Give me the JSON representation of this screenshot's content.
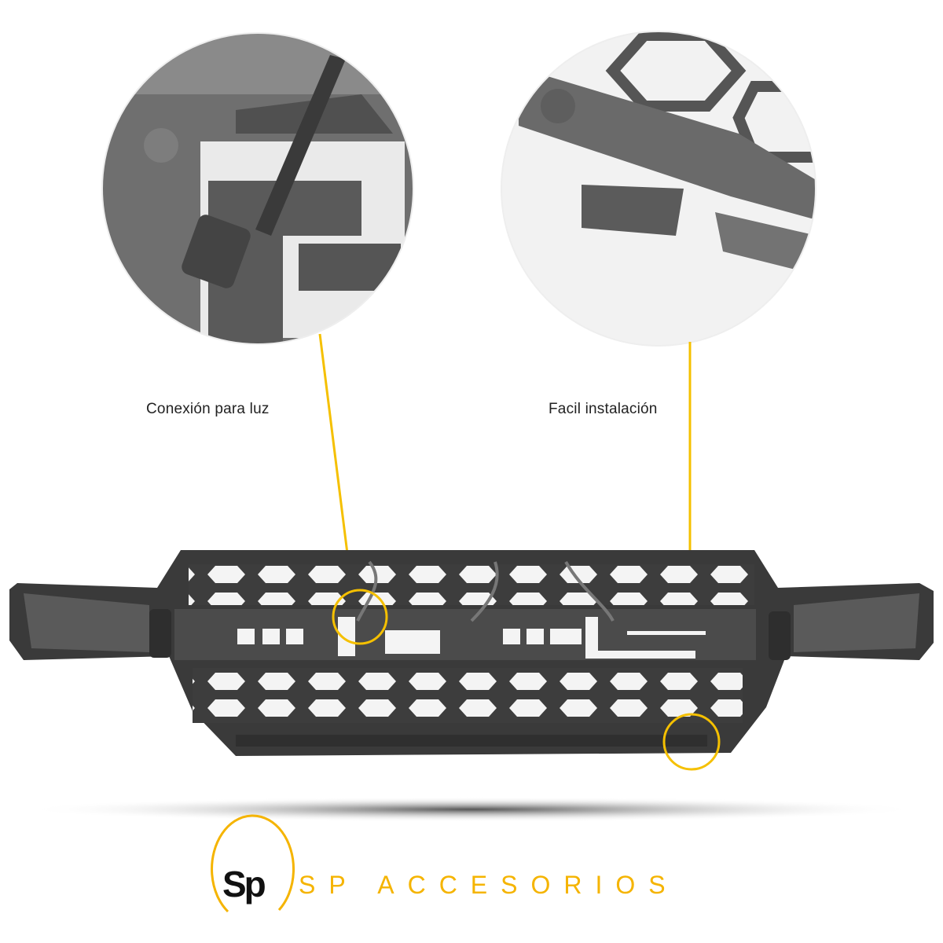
{
  "callouts": [
    {
      "label": "Conexión para luz"
    },
    {
      "label": "Facil instalación"
    }
  ],
  "brand": {
    "logo_text": "Sp",
    "name": "SP ACCESORIOS"
  },
  "colors": {
    "accent": "#F5C000",
    "brand_text": "#F5B400",
    "grille": "#3a3a3a"
  }
}
